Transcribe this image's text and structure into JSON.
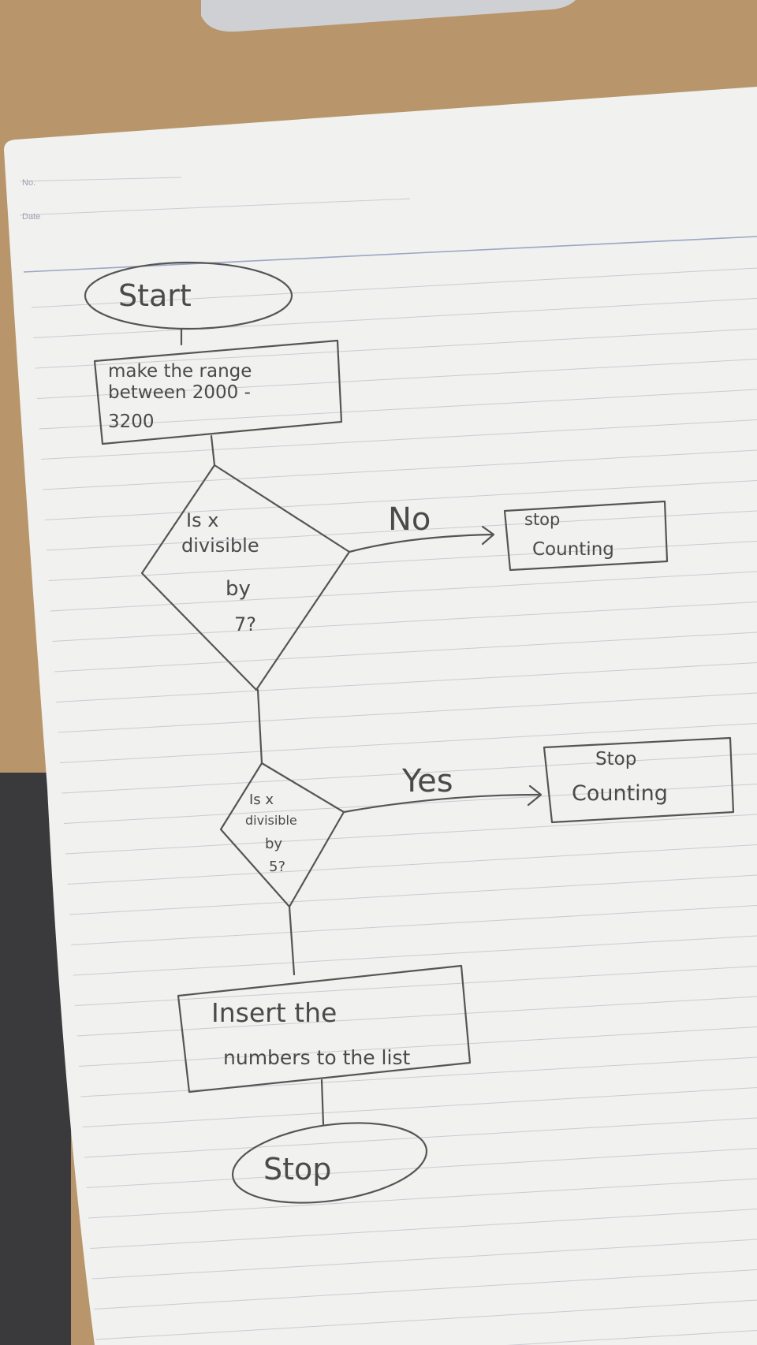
{
  "notebook": {
    "header_no_label": "No.",
    "header_date_label": "Date"
  },
  "flowchart": {
    "start": "Start",
    "process": [
      "make the range",
      "between 2000 -",
      "3200"
    ],
    "decision1": [
      "Is x",
      "divisible",
      "by",
      "7?"
    ],
    "decision1_no": "No",
    "stop_counting_1": [
      "stop",
      "Counting"
    ],
    "decision2": [
      "Is x",
      "divisible",
      "by",
      "5?"
    ],
    "decision2_yes": "Yes",
    "stop_counting_2": [
      "Stop",
      "Counting"
    ],
    "insert": [
      "Insert the",
      "numbers to the list"
    ],
    "stop": "Stop"
  }
}
